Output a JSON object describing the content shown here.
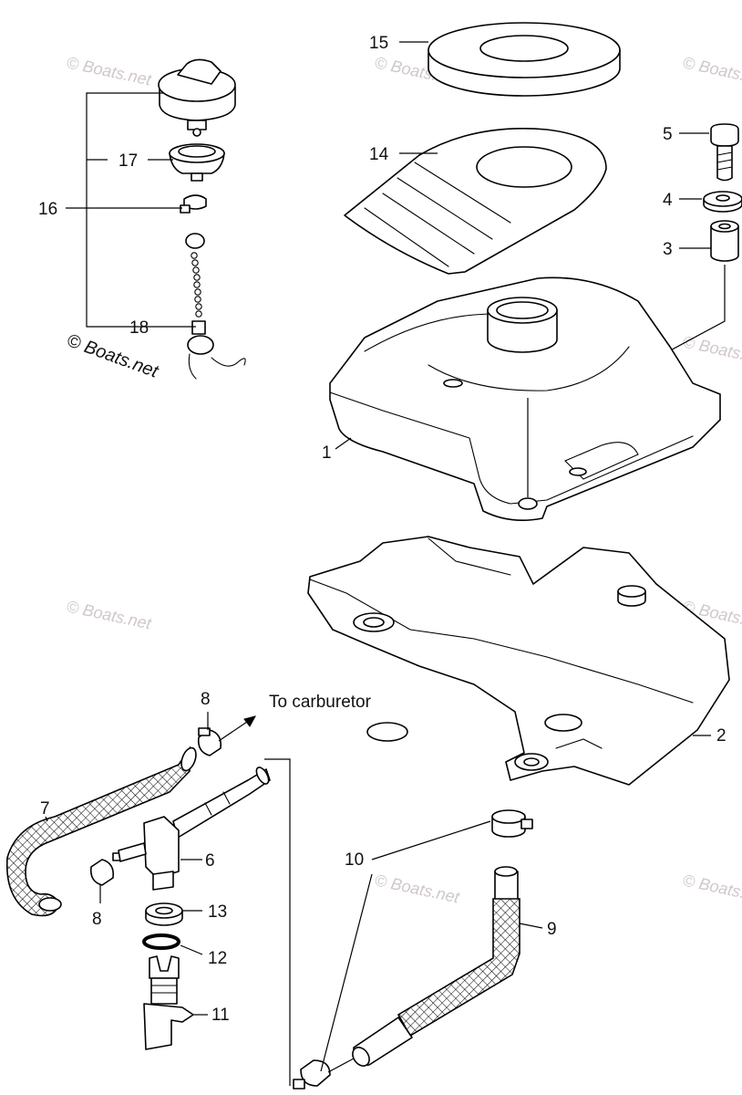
{
  "diagram": {
    "callouts": [
      "1",
      "2",
      "3",
      "4",
      "5",
      "6",
      "7",
      "8",
      "8",
      "9",
      "10",
      "11",
      "12",
      "13",
      "14",
      "15",
      "16",
      "17",
      "18"
    ],
    "annotation_to_carburetor": "To carburetor",
    "watermark_text": "© Boats.net",
    "copyright_text": "© Boats.net"
  }
}
